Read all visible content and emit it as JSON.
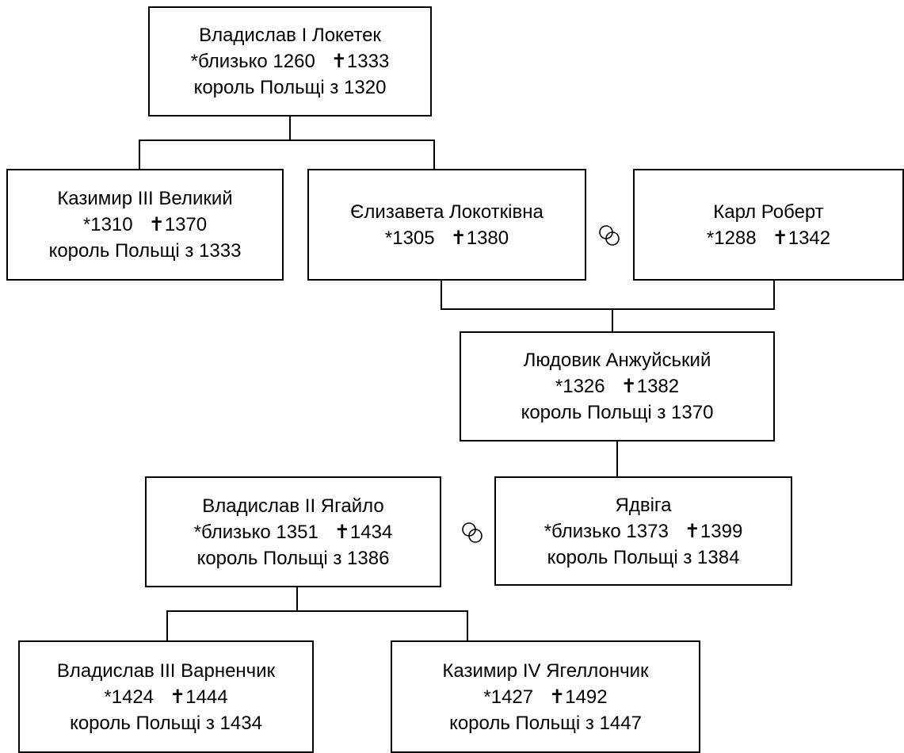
{
  "persons": {
    "wladyslaw_lokietek": {
      "name": "Владислав I Локетек",
      "dates": "*близько 1260   ✝1333",
      "title": "король Польщі з 1320"
    },
    "kazimierz_wielki": {
      "name": "Казимир III Великий",
      "dates": "*1310   ✝1370",
      "title": "король Польщі з 1333"
    },
    "elzbieta": {
      "name": "Єлизавета Локотківна",
      "dates": "*1305   ✝1380"
    },
    "karl_robert": {
      "name": "Карл Роберт",
      "dates": "*1288   ✝1342"
    },
    "ludwik": {
      "name": "Людовик Анжуйський",
      "dates": "*1326   ✝1382",
      "title": "король Польщі з 1370"
    },
    "jagiello": {
      "name": "Владислав II Ягайло",
      "dates": "*близько 1351   ✝1434",
      "title": "король Польщі з 1386"
    },
    "jadwiga": {
      "name": "Ядвіга",
      "dates": "*близько 1373   ✝1399",
      "title": "король Польщі з 1384"
    },
    "warnenczyk": {
      "name": "Владислав III Варненчик",
      "dates": "*1424   ✝1444",
      "title": "король Польщі з 1434"
    },
    "jagiellonczyk": {
      "name": "Казимир IV Ягеллончик",
      "dates": "*1427   ✝1492",
      "title": "король Польщі з 1447"
    }
  },
  "icons": {
    "marriage": "marriage-rings-icon"
  }
}
